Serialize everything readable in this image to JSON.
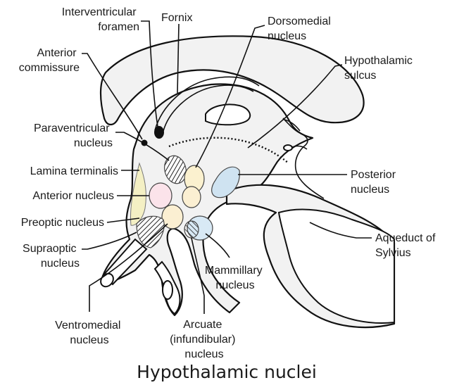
{
  "caption": "Hypothalamic nuclei",
  "labels": {
    "interventricular_foramen": [
      "Interventricular",
      "foramen"
    ],
    "fornix": "Fornix",
    "dorsomedial_nucleus": [
      "Dorsomedial",
      "nucleus"
    ],
    "hypothalamic_sulcus": [
      "Hypothalamic",
      "sulcus"
    ],
    "anterior_commissure": [
      "Anterior",
      "commissure"
    ],
    "paraventricular_nucleus": [
      "Paraventricular",
      "nucleus"
    ],
    "lamina_terminalis": "Lamina terminalis",
    "anterior_nucleus": "Anterior nucleus",
    "preoptic_nucleus": "Preoptic nucleus",
    "supraoptic_nucleus": [
      "Supraoptic",
      "nucleus"
    ],
    "posterior_nucleus": [
      "Posterior",
      "nucleus"
    ],
    "aqueduct_of_sylvius": [
      "Aqueduct of",
      "Sylvius"
    ],
    "mammillary_nucleus": [
      "Mammillary",
      "nucleus"
    ],
    "ventromedial_nucleus": [
      "Ventromedial",
      "nucleus"
    ],
    "arcuate_nucleus": [
      "Arcuate",
      "(infundibular)",
      "nucleus"
    ]
  },
  "colors": {
    "background": "#ffffff",
    "tissue": "#f2f2f2",
    "outline": "#111111",
    "posterior_nucleus_fill": "#cfe3f1",
    "mammillary_nucleus_fill": "#d8e9f5",
    "dorsomedial_nucleus_fill": "#fbf1cf",
    "anterior_nucleus_fill": "#fbe3ea",
    "ventromedial_nucleus_fill": "#fbefd2",
    "preoptic_nucleus_fill": "#eef3cc",
    "hatched_nucleus_fill": "#777777"
  }
}
